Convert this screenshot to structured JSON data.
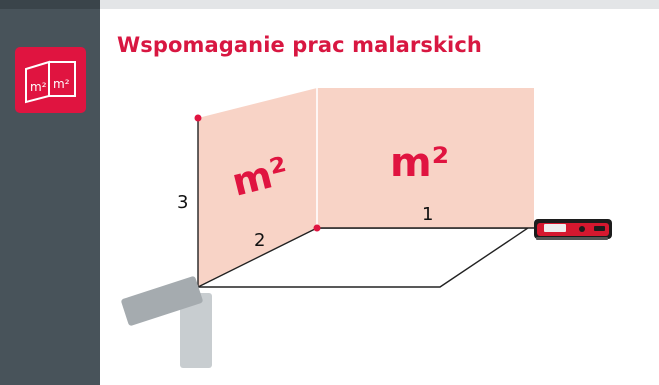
{
  "header": {
    "title": "Wspomaganie prac malarskich"
  },
  "sidebar": {
    "icon_name": "wall-area-icon",
    "icon_label_left": "m²",
    "icon_label_right": "m²"
  },
  "diagram": {
    "left_wall_label": "m²",
    "right_wall_label": "m²",
    "dimension_height": "3",
    "dimension_left_width": "2",
    "dimension_right_width": "1"
  },
  "colors": {
    "accent": "#e01440",
    "title": "#d81741",
    "wall_fill": "#f8d3c6",
    "sidebar": "#48535a",
    "device_grey": "#c8cdd0"
  }
}
